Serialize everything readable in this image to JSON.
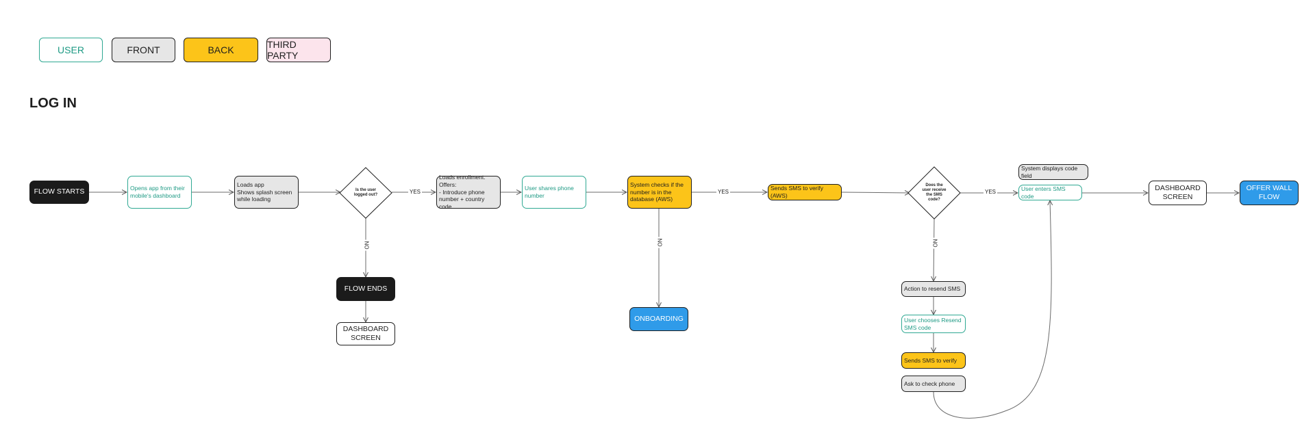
{
  "legend": {
    "user": "USER",
    "front": "FRONT",
    "back": "BACK",
    "third_party": "THIRD PARTY"
  },
  "section_title": "LOG IN",
  "nodes": {
    "flow_starts": "FLOW STARTS",
    "opens_app": "Opens app from their mobile's dashboard",
    "loads_app": "Loads app\nShows splash screen while loading",
    "logged_out": "Is the user\nlogged out?",
    "flow_ends": "FLOW ENDS",
    "dashboard_screen_1": "DASHBOARD SCREEN",
    "loads_enrollment": "Loads enrollment. Offers:\n- Introduce phone number + country code",
    "shares_phone": "User shares phone number",
    "system_checks": "System checks if the number is in the database (AWS)",
    "onboarding": "ONBOARDING",
    "sends_sms_aws": "Sends SMS to verify (AWS)",
    "receive_sms": "Does the\nuser receive\nthe SMS\ncode?",
    "action_resend": "Action to resend SMS",
    "chooses_resend": "User chooses Resend SMS code",
    "sends_sms_verify": "Sends SMS to verify",
    "ask_check_phone": "Ask to check phone",
    "displays_code_field": "System displays code field",
    "enters_sms_code": "User enters SMS code",
    "dashboard_screen_2": "DASHBOARD SCREEN",
    "offer_wall_flow": "OFFER WALL FLOW"
  },
  "edge_labels": {
    "yes_1": "YES",
    "no_1": "NO",
    "yes_2": "YES",
    "no_2": "NO",
    "yes_3": "YES",
    "no_3": "NO"
  },
  "colors": {
    "user": "#2ea892",
    "front": "#e6e6e6",
    "back": "#fcc419",
    "third_party": "#fce4ec",
    "terminal": "#1b1b1b",
    "blue": "#2f9be9"
  }
}
